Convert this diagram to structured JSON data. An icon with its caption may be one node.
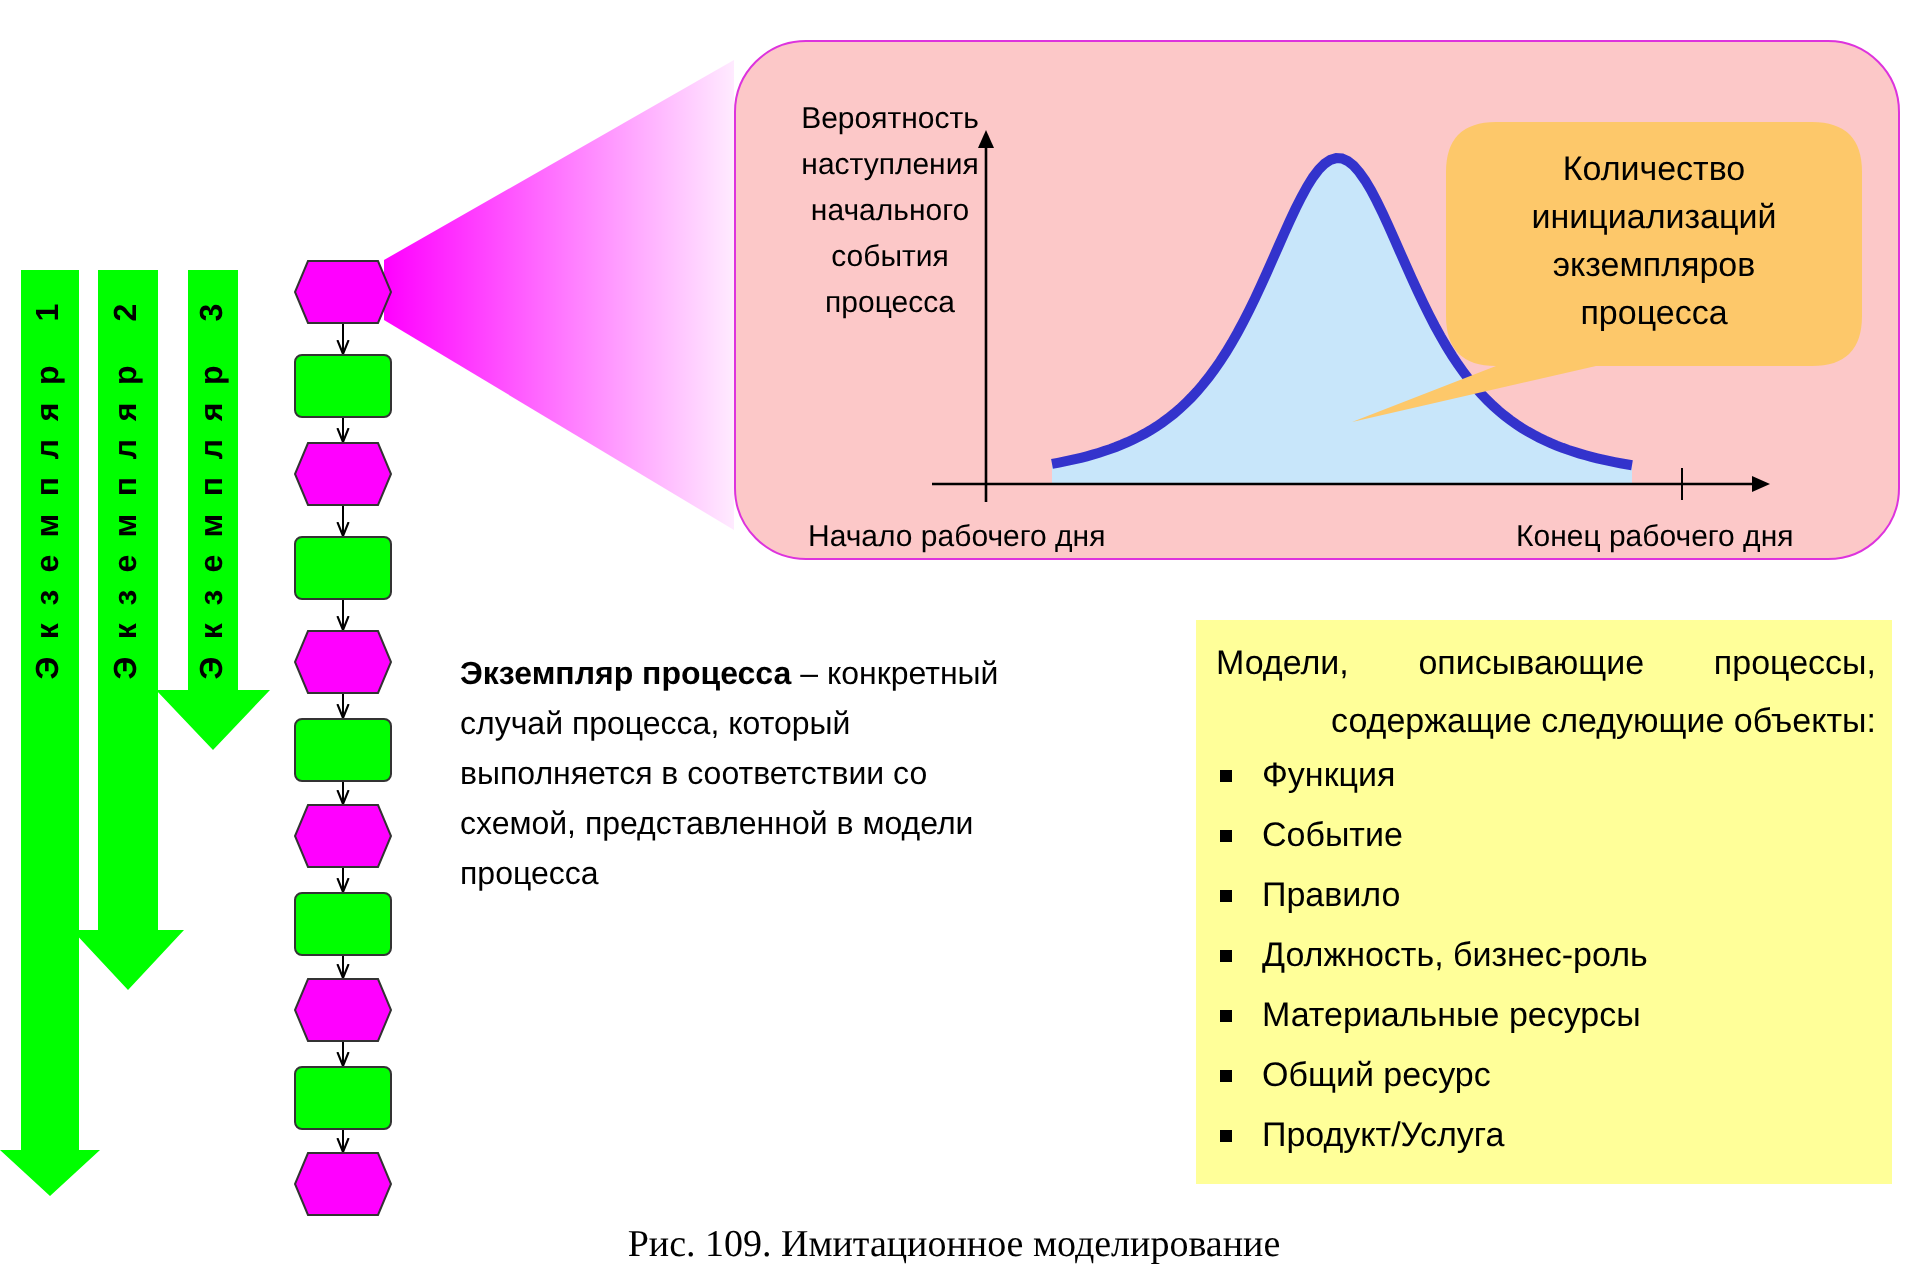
{
  "diagram": {
    "caption": "Рис. 109. Имитационное моделирование",
    "nodes": [
      {
        "text": [
          "Вероятность наступления начального события процесса",
          "Начало рабочего дня",
          "Конец рабочего дня"
        ]
      },
      {
        "text": [
          "Количество инициализаций экземпляров процесса"
        ],
        "in": 0
      },
      {
        "text": [
          "Экземпляр 1"
        ]
      },
      {
        "text": [
          "Экземпляр 2"
        ]
      },
      {
        "text": [
          "Экземпляр 3"
        ]
      },
      {
        "text": [],
        "shape": "hexagon"
      },
      {
        "text": [],
        "shape": "box"
      },
      {
        "text": [],
        "shape": "hexagon"
      },
      {
        "text": [],
        "shape": "box"
      },
      {
        "text": [],
        "shape": "hexagon"
      },
      {
        "text": [],
        "shape": "box"
      },
      {
        "text": [],
        "shape": "hexagon"
      },
      {
        "text": [],
        "shape": "box"
      },
      {
        "text": [],
        "shape": "hexagon"
      },
      {
        "text": [],
        "shape": "box"
      },
      {
        "text": [],
        "shape": "hexagon"
      },
      {
        "text": [
          "Модели, описывающие процессы, содержащие следующие объекты:",
          "Функция",
          "Событие",
          "Правило",
          "Должность, бизнес-роль",
          "Материальные ресурсы",
          "Общий ресурс",
          "Продукт/Услуга"
        ]
      }
    ],
    "edges": [
      {
        "from": 5,
        "to": 6,
        "arrow": "to"
      },
      {
        "from": 6,
        "to": 7,
        "arrow": "to"
      },
      {
        "from": 7,
        "to": 8,
        "arrow": "to"
      },
      {
        "from": 8,
        "to": 9,
        "arrow": "to"
      },
      {
        "from": 9,
        "to": 10,
        "arrow": "to"
      },
      {
        "from": 10,
        "to": 11,
        "arrow": "to"
      },
      {
        "from": 11,
        "to": 12,
        "arrow": "to"
      },
      {
        "from": 12,
        "to": 13,
        "arrow": "to"
      },
      {
        "from": 13,
        "to": 14,
        "arrow": "to"
      },
      {
        "from": 14,
        "to": 15,
        "arrow": "to"
      }
    ],
    "labels": [
      "**Экземпляр процесса** – конкретный случай процесса, который выполняется в соответствии со схемой, представленной в модели процесса"
    ]
  }
}
